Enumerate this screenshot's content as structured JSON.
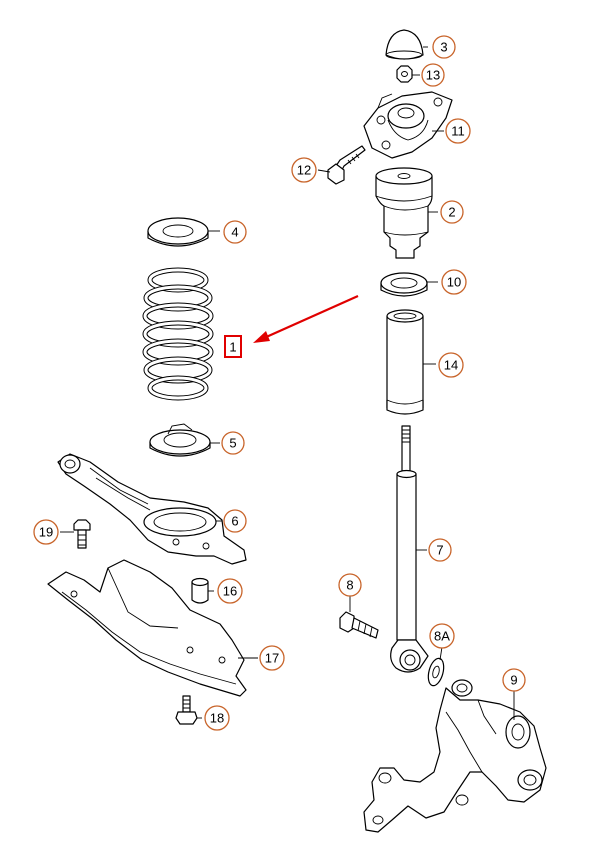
{
  "diagram": {
    "callouts": {
      "c1": "1",
      "c2": "2",
      "c3": "3",
      "c4": "4",
      "c5": "5",
      "c6": "6",
      "c7": "7",
      "c8": "8",
      "c8a": "8A",
      "c9": "9",
      "c10": "10",
      "c11": "11",
      "c12": "12",
      "c13": "13",
      "c14": "14",
      "c16": "16",
      "c17": "17",
      "c18": "18",
      "c19": "19"
    },
    "highlighted_part": "1",
    "colors": {
      "callout_ring": "#c8642a",
      "highlight": "#e00000",
      "line": "#000000"
    }
  }
}
